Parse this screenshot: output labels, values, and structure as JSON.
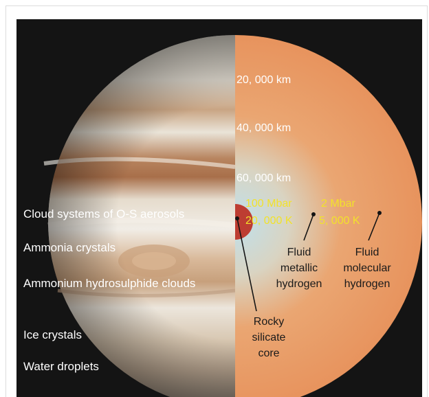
{
  "layers": [
    "Cloud systems of O-S aerosols",
    "Ammonia crystals",
    "Ammonium hydrosulphide clouds",
    "Ice crystals",
    "Water droplets"
  ],
  "depths": [
    "20, 000 km",
    "40, 000 km",
    "60, 000 km"
  ],
  "core_conditions": {
    "pressure": "100 Mbar",
    "temperature": "20, 000 K"
  },
  "transition_conditions": {
    "pressure": "2 Mbar",
    "temperature": "5, 000 K"
  },
  "regions": {
    "metallic": [
      "Fluid",
      "metallic",
      "hydrogen"
    ],
    "molecular": [
      "Fluid",
      "molecular",
      "hydrogen"
    ],
    "core": [
      "Rocky",
      "silicate",
      "core"
    ]
  },
  "colors": {
    "background": "#141414",
    "interior_outer": "#e7925c",
    "interior_inner": "#bfe0ec",
    "core": "#bd3d32",
    "highlight_text": "#f2e22a"
  }
}
